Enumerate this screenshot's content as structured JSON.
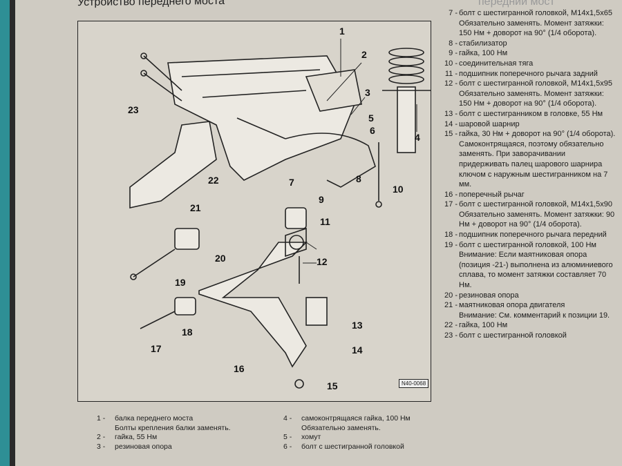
{
  "page": {
    "title": "Устройство переднего моста",
    "title_right": "передний мост"
  },
  "figure": {
    "code": "N40-0068",
    "callouts": [
      "1",
      "2",
      "3",
      "4",
      "5",
      "6",
      "7",
      "8",
      "9",
      "10",
      "11",
      "12",
      "13",
      "14",
      "15",
      "16",
      "17",
      "18",
      "19",
      "20",
      "21",
      "22",
      "23"
    ]
  },
  "right_list": [
    {
      "num": "7 -",
      "text": "болт с шестигранной головкой, М14х1,5х65",
      "notes": [
        "Обязательно заменять. Момент затяжки: 150 Нм + доворот на 90° (1/4 оборота)."
      ]
    },
    {
      "num": "8 -",
      "text": "стабилизатор",
      "notes": []
    },
    {
      "num": "9 -",
      "text": "гайка, 100 Нм",
      "notes": []
    },
    {
      "num": "10 -",
      "text": "соединительная тяга",
      "notes": []
    },
    {
      "num": "11 -",
      "text": "подшипник поперечного рычага задний",
      "notes": []
    },
    {
      "num": "12 -",
      "text": "болт с шестигранной головкой, М14х1,5х95",
      "notes": [
        "Обязательно заменять. Момент затяжки: 150 Нм + доворот на 90° (1/4 оборота)."
      ]
    },
    {
      "num": "13 -",
      "text": "болт с шестигранником в головке, 55 Нм",
      "notes": []
    },
    {
      "num": "14 -",
      "text": "шаровой шарнир",
      "notes": []
    },
    {
      "num": "15 -",
      "text": "гайка, 30 Нм + доворот на 90° (1/4 оборота).",
      "notes": [
        "Самоконтрящаяся, поэтому обязательно заменять. При заворачивании придерживать палец шарового шарнира ключом с наружным шестигранником на 7 мм."
      ]
    },
    {
      "num": "16 -",
      "text": "поперечный рычаг",
      "notes": []
    },
    {
      "num": "17 -",
      "text": "болт с шестигранной головкой, М14х1,5х90",
      "notes": [
        "Обязательно заменять. Момент затяжки: 90 Нм + доворот на 90° (1/4 оборота)."
      ]
    },
    {
      "num": "18 -",
      "text": "подшипник поперечного рычага передний",
      "notes": []
    },
    {
      "num": "19 -",
      "text": "болт с шестигранной головкой, 100 Нм",
      "notes": [
        "Внимание: Если маятниковая опора (позиция -21-) выполнена из алюминиевого сплава, то момент затяжки составляет 70 Нм."
      ]
    },
    {
      "num": "20 -",
      "text": "резиновая опора",
      "notes": []
    },
    {
      "num": "21 -",
      "text": "маятниковая опора двигателя",
      "notes": [
        "Внимание: См. комментарий к позиции 19."
      ]
    },
    {
      "num": "22 -",
      "text": "гайка, 100 Нм",
      "notes": []
    },
    {
      "num": "23 -",
      "text": "болт с шестигранной головкой",
      "notes": []
    }
  ],
  "bottom_legend": {
    "col1": [
      {
        "num": "1 -",
        "text": "балка переднего моста",
        "sub": "Болты крепления балки заменять."
      },
      {
        "num": "2 -",
        "text": "гайка, 55 Нм",
        "sub": ""
      },
      {
        "num": "3 -",
        "text": "резиновая опора",
        "sub": ""
      }
    ],
    "col2": [
      {
        "num": "4 -",
        "text": "самоконтрящаяся гайка, 100 Нм",
        "sub": "Обязательно заменять."
      },
      {
        "num": "5 -",
        "text": "хомут",
        "sub": ""
      },
      {
        "num": "6 -",
        "text": "болт с шестигранной головкой",
        "sub": ""
      }
    ]
  },
  "colors": {
    "paper": "#cfcbc2",
    "ink": "#1b1b1b",
    "teal": "#2e8f95"
  }
}
